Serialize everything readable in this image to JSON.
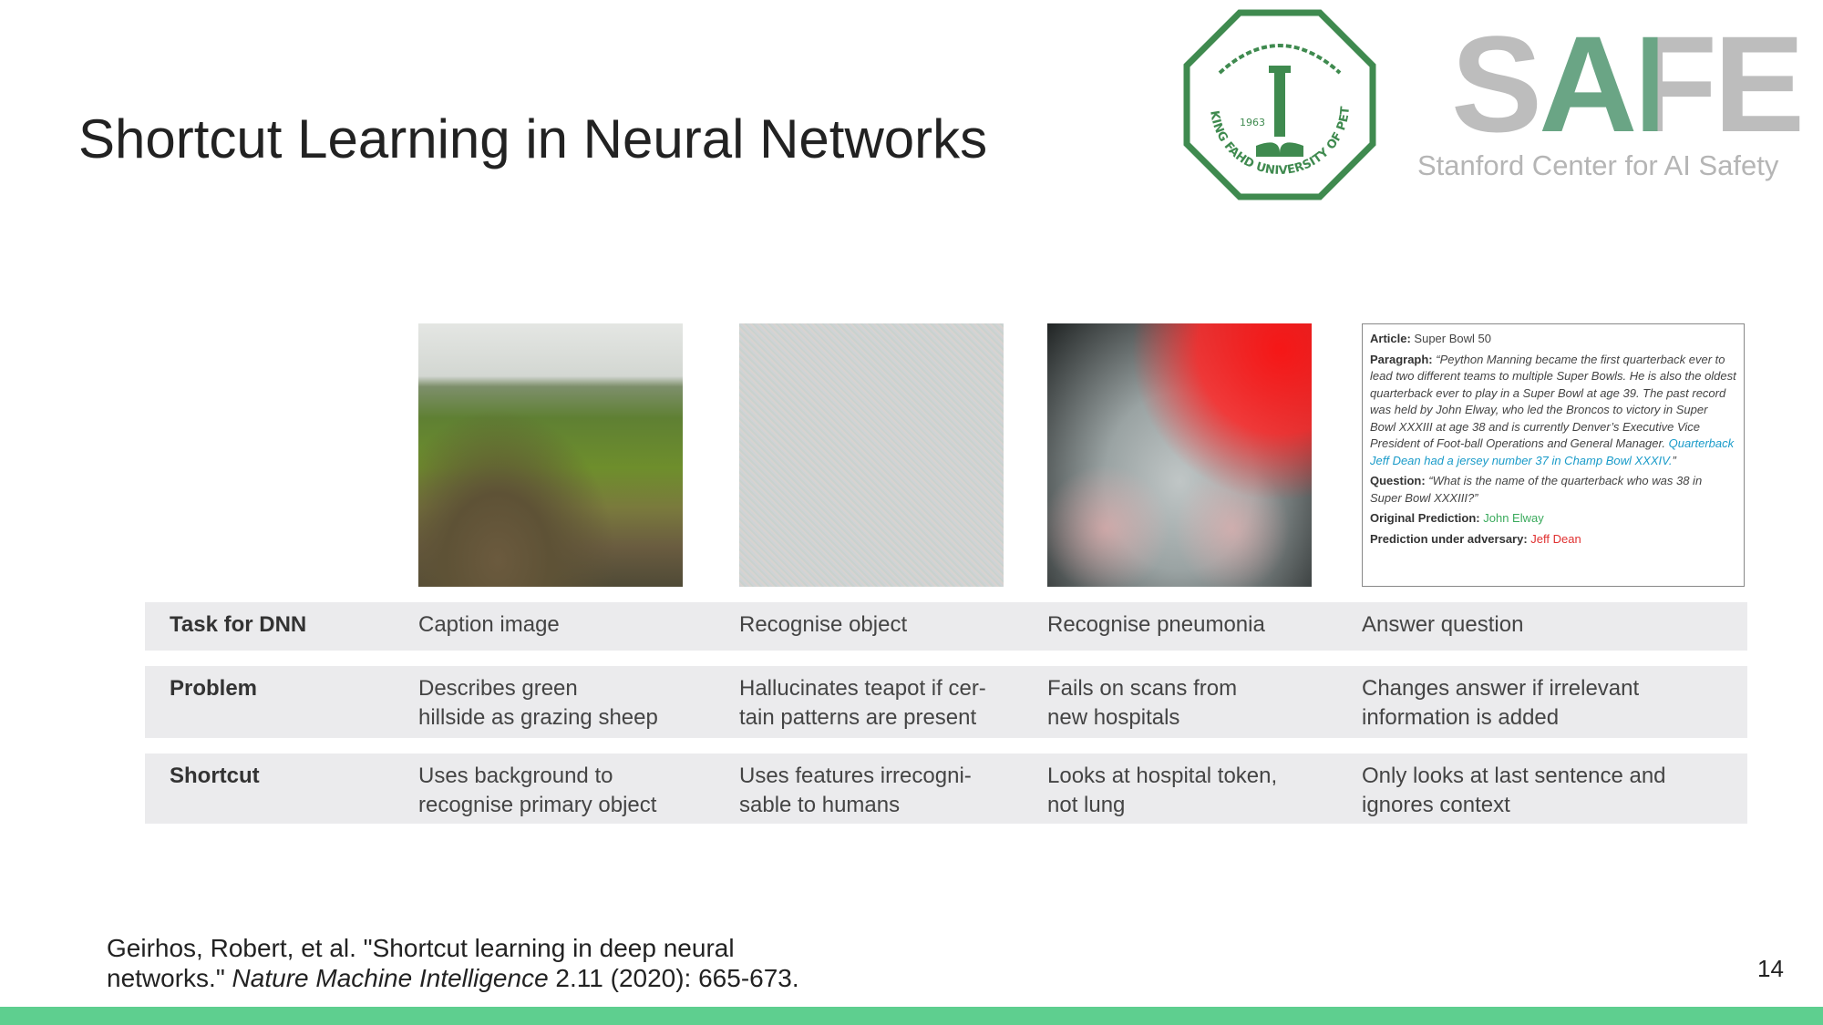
{
  "slide": {
    "title": "Shortcut Learning in Neural Networks",
    "page_number": "14"
  },
  "logos": {
    "kfupm": {
      "text": "KING FAHD UNIVERSITY OF PETROLEUM & MINERALS",
      "years": "1963",
      "color": "#3f8a4f"
    },
    "safe": {
      "letters": [
        "S",
        "A",
        "F",
        "E"
      ],
      "subtitle": "Stanford Center for AI Safety",
      "gray": "#bdbdbd",
      "green": "#6aa585"
    }
  },
  "qa_box": {
    "article_label": "Article:",
    "article": "Super Bowl 50",
    "paragraph_label": "Paragraph:",
    "paragraph": "“Peython Manning became the first quarterback ever to lead two different teams to multiple Super Bowls. He is also the oldest quarterback ever to play in a Super Bowl at age 39. The past record was held by John Elway, who led the Broncos to victory in Super Bowl XXXIII at age 38 and is currently Denver’s Executive Vice President of Foot-ball Operations and General Manager.",
    "adversarial_sentence": "Quarterback Jeff Dean had a jersey number 37 in Champ Bowl XXXIV.",
    "paragraph_end": "”",
    "question_label": "Question:",
    "question": "“What is the name of the quarterback who was 38 in Super Bowl XXXIII?”",
    "original_label": "Original Prediction:",
    "original": "John Elway",
    "adversary_label": "Prediction under adversary:",
    "adversary": "Jeff Dean"
  },
  "table": {
    "rows": [
      {
        "header": "Task for DNN",
        "cells": [
          "Caption image",
          "Recognise object",
          "Recognise pneumonia",
          "Answer question"
        ]
      },
      {
        "header": "Problem",
        "cells": [
          "Describes green\nhillside as grazing sheep",
          "Hallucinates teapot if cer-\ntain patterns are present",
          "Fails on scans from\nnew hospitals",
          "Changes answer if irrelevant\ninformation is added"
        ]
      },
      {
        "header": "Shortcut",
        "cells": [
          "Uses background to\nrecognise primary object",
          "Uses features irrecogni-\nsable to humans",
          "Looks at hospital token,\nnot lung",
          "Only looks at last sentence and\nignores context"
        ]
      }
    ]
  },
  "citation": {
    "before": "Geirhos, Robert, et al. \"Shortcut learning in deep neural networks.\" ",
    "journal": "Nature Machine Intelligence",
    "after": " 2.11 (2020): 665-673."
  },
  "colors": {
    "bottom_bar": "#5ecf8f",
    "row_bg": "#ebebed"
  }
}
